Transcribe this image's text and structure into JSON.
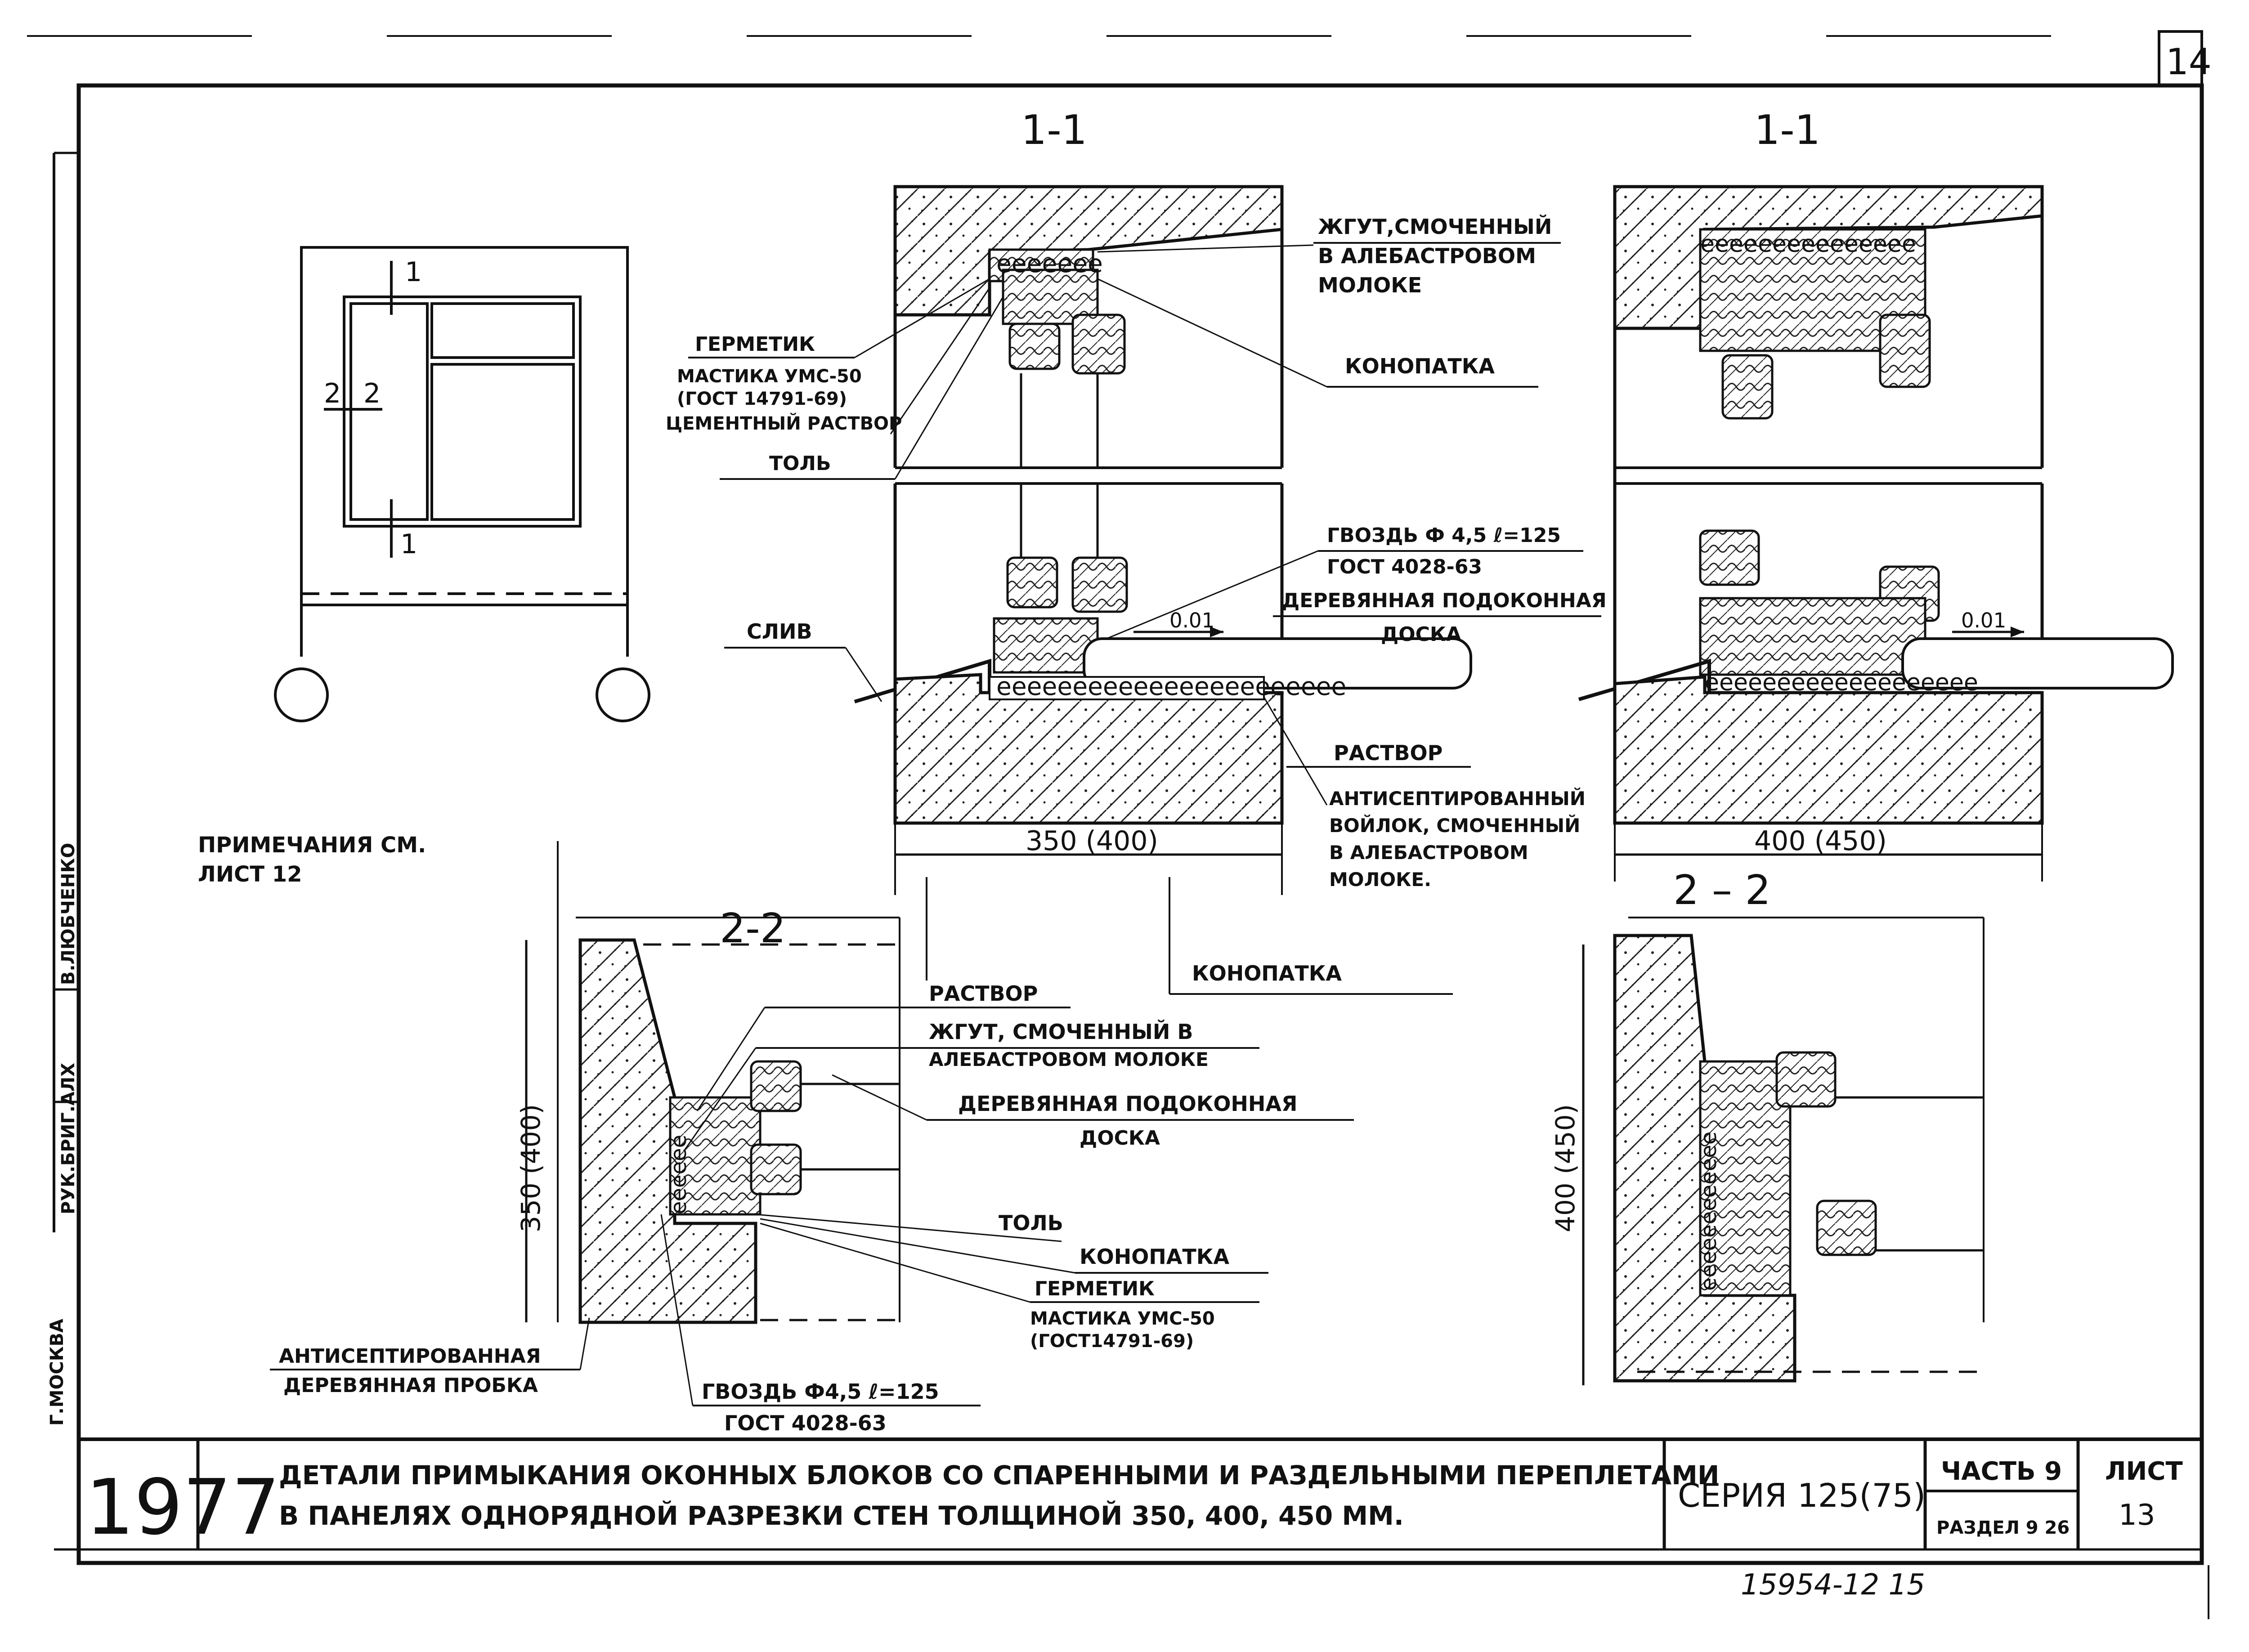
{
  "sheet_corner": "14",
  "key_plan": {
    "cut_1_top": "1",
    "cut_1_bottom": "1",
    "cut_2_left": "2",
    "cut_2_right": "2"
  },
  "section_1_left": {
    "title": "1-1",
    "labels": {
      "zhgut": "ЖГУТ,СМОЧЕННЫЙ",
      "zhgut2": "В АЛЕБАСТРОВОМ",
      "zhgut3": "МОЛОКЕ",
      "germetik": "ГЕРМЕТИК",
      "mastika": "МАСТИКА УМС-50",
      "gost_mastika": "(ГОСТ 14791-69)",
      "cement": "ЦЕМЕНТНЫЙ РАСТВОР",
      "tol": "ТОЛЬ",
      "konopatka": "КОНОПАТКА",
      "gvozd": "ГВОЗДЬ Ф 4,5 ℓ=125",
      "gost_gvozd": "ГОСТ 4028-63",
      "doska1": "ДЕРЕВЯННАЯ ПОДОКОННАЯ",
      "doska2": "ДОСКА",
      "sliv": "СЛИВ",
      "slope": "0.01",
      "rastvor": "РАСТВОР",
      "voilok1": "АНТИСЕПТИРОВАННЫЙ",
      "voilok2": "ВОЙЛОК, СМОЧЕННЫЙ",
      "voilok3": "В АЛЕБАСТРОВОМ",
      "voilok4": "МОЛОКЕ.",
      "dim": "350 (400)"
    }
  },
  "section_1_right": {
    "title": "1-1",
    "slope": "0.01",
    "dim": "400 (450)"
  },
  "notes": {
    "line1": "ПРИМЕЧАНИЯ СМ.",
    "line2": "ЛИСТ 12"
  },
  "section_2_left": {
    "title": "2-2",
    "dim": "350 (400)",
    "labels": {
      "konopatka_top": "КОНОПАТКА",
      "rastvor": "РАСТВОР",
      "zhgut": "ЖГУТ, СМОЧЕННЫЙ В",
      "zhgut2": "АЛЕБАСТРОВОМ МОЛОКЕ",
      "doska1": "ДЕРЕВЯННАЯ ПОДОКОННАЯ",
      "doska2": "ДОСКА",
      "tol": "ТОЛЬ",
      "konopatka": "КОНОПАТКА",
      "germetik": "ГЕРМЕТИК",
      "mastika": "МАСТИКА УМС-50",
      "gost_mastika": "(ГОСТ14791-69)",
      "probka1": "АНТИСЕПТИРОВАННАЯ",
      "probka2": "ДЕРЕВЯННАЯ ПРОБКА",
      "gvozd": "ГВОЗДЬ Ф4,5 ℓ=125",
      "gost_gvozd": "ГОСТ 4028-63"
    }
  },
  "section_2_right": {
    "title": "2 – 2",
    "dim": "400 (450)"
  },
  "side_strip": {
    "a": "РУК.БРИГ.АЛХ",
    "b": "В.ЛЮБЧЕНКО",
    "c": "Г.МОСКВА"
  },
  "title_block": {
    "year": "1977",
    "title1": "ДЕТАЛИ ПРИМЫКАНИЯ ОКОННЫХ БЛОКОВ СО СПАРЕННЫМИ И РАЗДЕЛЬНЫМИ ПЕРЕПЛЕТАМИ",
    "title2": "В ПАНЕЛЯХ ОДНОРЯДНОЙ РАЗРЕЗКИ СТЕН ТОЛЩИНОЙ 350, 400, 450 ММ.",
    "series": "СЕРИЯ 125(75)",
    "part": "ЧАСТЬ 9",
    "section": "РАЗДЕЛ 9 26",
    "sheet_label": "ЛИСТ",
    "sheet_no": "13",
    "stamp": "15954-12   15"
  }
}
